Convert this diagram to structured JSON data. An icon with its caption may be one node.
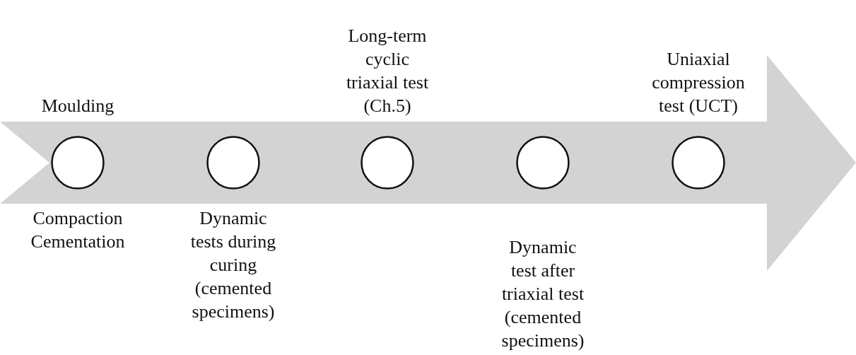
{
  "diagram": {
    "nodes": [
      {
        "text": [],
        "shape": "arrow"
      },
      {
        "text": [],
        "shape": "circle",
        "in": 0,
        "beside": [
          "Moulding",
          "Compaction Cementation"
        ]
      },
      {
        "text": [],
        "shape": "circle",
        "in": 0,
        "beside": [
          "Dynamic tests during curing (cemented specimens)"
        ]
      },
      {
        "text": [],
        "shape": "circle",
        "in": 0,
        "beside": [
          "Long-term cyclic triaxial test (Ch.5)"
        ]
      },
      {
        "text": [],
        "shape": "circle",
        "in": 0,
        "beside": [
          "Dynamic test after triaxial test (cemented specimens)"
        ]
      },
      {
        "text": [],
        "shape": "circle",
        "in": 0,
        "beside": [
          "Uniaxial compression test (UCT)"
        ]
      }
    ]
  }
}
